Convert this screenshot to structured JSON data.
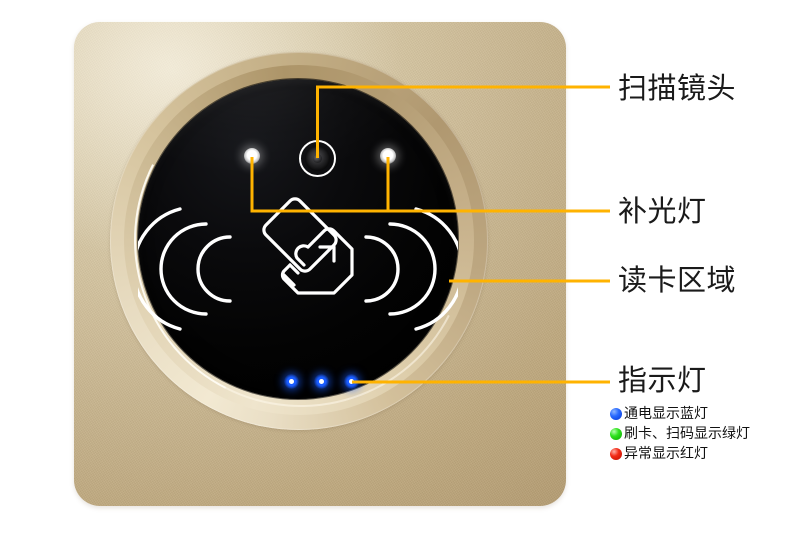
{
  "meta": {
    "subject": "wall-mounted QR-code and card reader front panel",
    "background_color": "#ffffff"
  },
  "device": {
    "faceplate_color": "#d4c4a0",
    "glass_color": "#000000",
    "components": {
      "scan_lens": {
        "name": "scan-lens",
        "ring_color": "#ffffff"
      },
      "fill_light_left": {
        "name": "fill-light-left",
        "color": "#ffffff"
      },
      "fill_light_right": {
        "name": "fill-light-right",
        "color": "#ffffff"
      },
      "card_icon": {
        "name": "card-swipe-icon",
        "color": "#ffffff"
      },
      "indicator_leds": {
        "name": "indicator-leds",
        "count": 3,
        "color": "#1a5cff"
      }
    }
  },
  "leader_line_color": "#ffb300",
  "callouts": [
    {
      "id": "scan-lens",
      "label": "扫描镜头"
    },
    {
      "id": "fill-light",
      "label": "补光灯"
    },
    {
      "id": "card-area",
      "label": "读卡区域"
    },
    {
      "id": "indicator",
      "label": "指示灯"
    }
  ],
  "legend": {
    "items": [
      {
        "dot": "blue",
        "color": "#1a5cff",
        "text": "通电显示蓝灯"
      },
      {
        "dot": "green",
        "color": "#1ad40a",
        "text": "刷卡、扫码显示绿灯"
      },
      {
        "dot": "red",
        "color": "#e81f08",
        "text": "异常显示红灯"
      }
    ]
  }
}
